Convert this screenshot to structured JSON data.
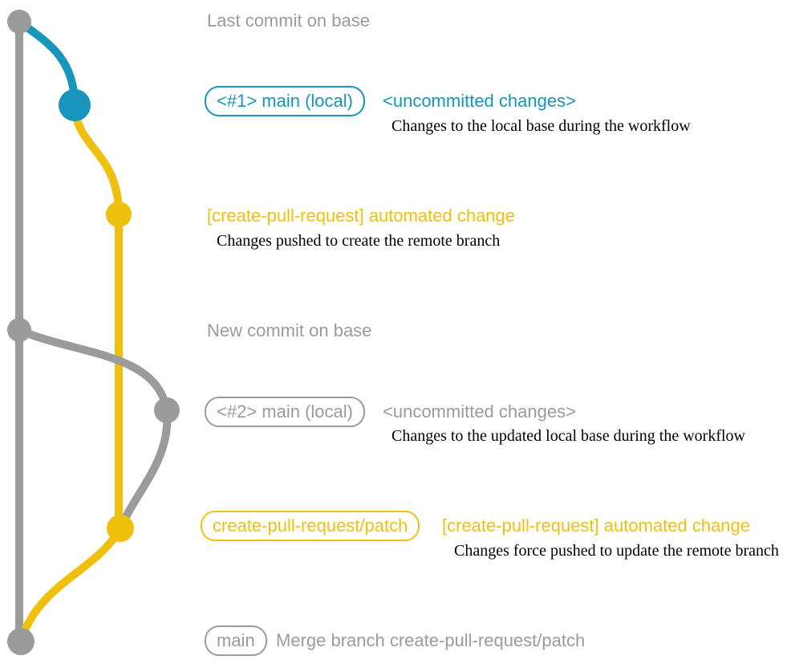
{
  "colors": {
    "background": "#ffffff",
    "gray": "#9b9b9b",
    "blue": "#1795ba",
    "yellow": "#f0c00e",
    "description_text": "#000000"
  },
  "graph": {
    "type": "git-branch-diagram",
    "branches": [
      {
        "name": "base",
        "color_key": "gray"
      },
      {
        "name": "main (local)",
        "color_key": "blue"
      },
      {
        "name": "create-pull-request/patch",
        "color_key": "yellow"
      }
    ]
  },
  "annotations": {
    "last_commit_on_base": "Last commit on base",
    "new_commit_on_base": "New commit on base"
  },
  "rows": {
    "main_local_1": {
      "badge": "<#1> main (local)",
      "title": "<uncommitted changes>",
      "description": "Changes to the local base during the workflow"
    },
    "automated_change_1": {
      "label": "[create-pull-request] automated change",
      "description": "Changes pushed to create the remote branch"
    },
    "main_local_2": {
      "badge": "<#2> main (local)",
      "title": "<uncommitted changes>",
      "description": "Changes to the updated local base during the workflow"
    },
    "automated_change_2": {
      "badge": "create-pull-request/patch",
      "label": "[create-pull-request] automated change",
      "description": "Changes force pushed to update the remote branch"
    },
    "merge": {
      "badge": "main",
      "label": "Merge branch create-pull-request/patch"
    }
  }
}
